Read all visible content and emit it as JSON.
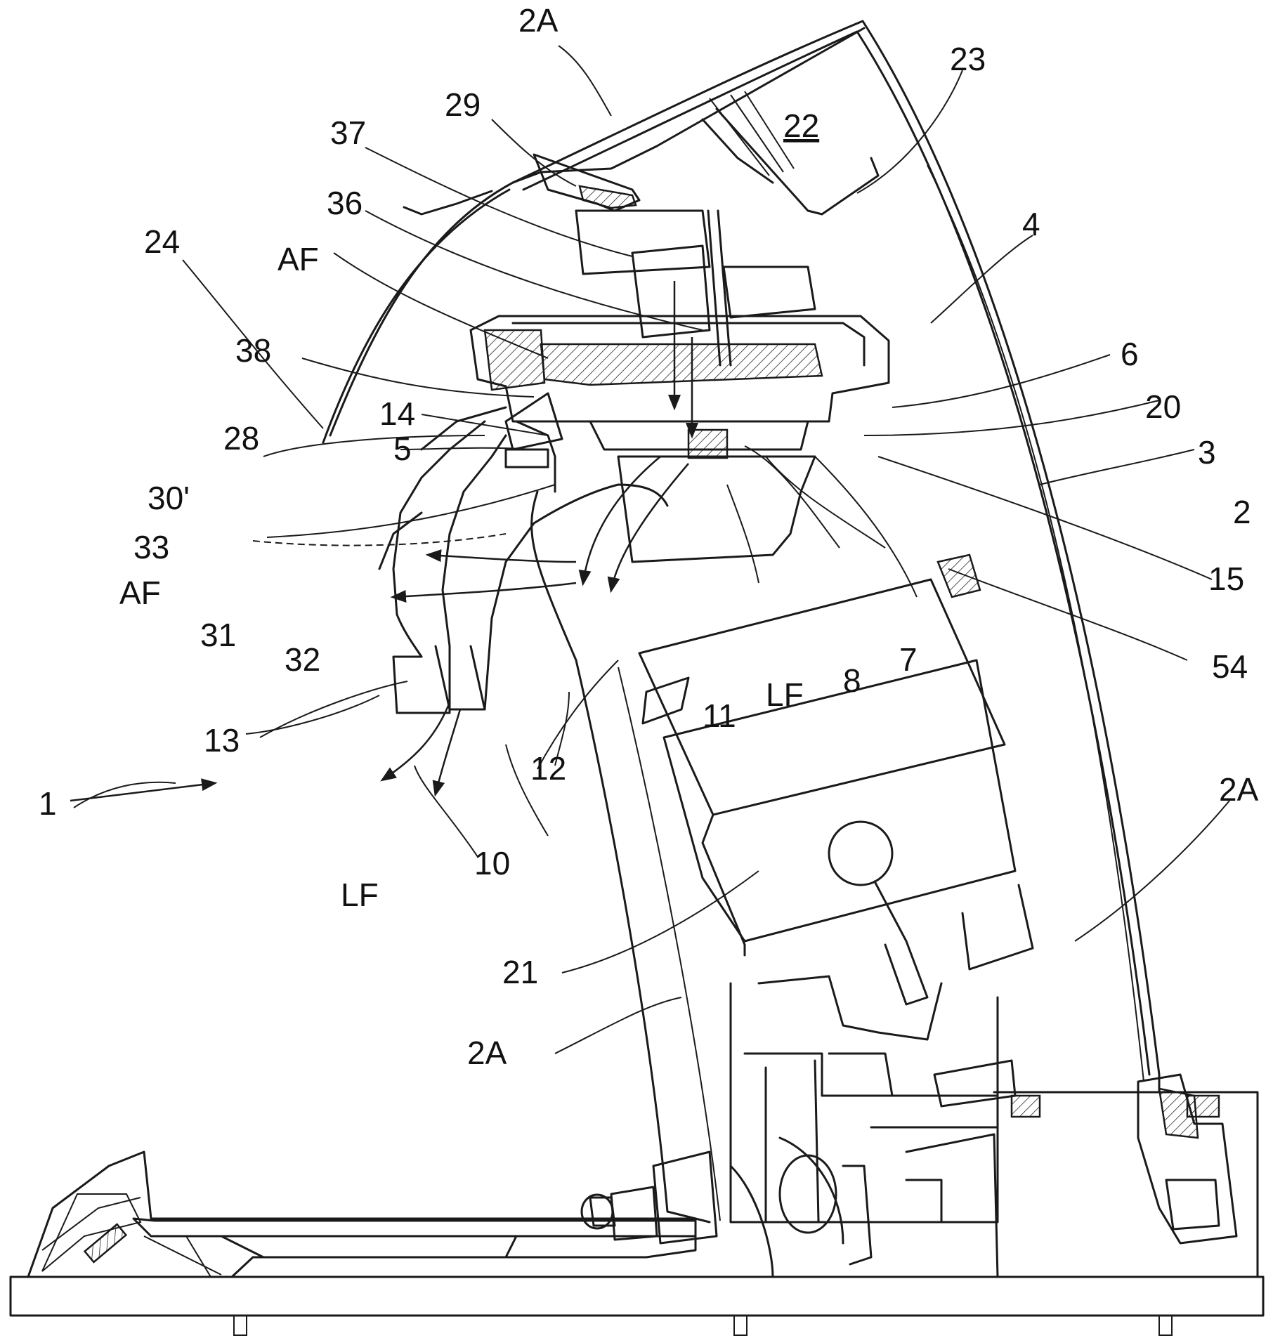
{
  "figure": {
    "reference_labels": {
      "l_2A_top": "2A",
      "l_23": "23",
      "l_29": "29",
      "l_22": "22",
      "l_37": "37",
      "l_36": "36",
      "l_4": "4",
      "l_24": "24",
      "l_AF_top": "AF",
      "l_38": "38",
      "l_6": "6",
      "l_14": "14",
      "l_20": "20",
      "l_28": "28",
      "l_5": "5",
      "l_3": "3",
      "l_30p": "30'",
      "l_2": "2",
      "l_33": "33",
      "l_15": "15",
      "l_AF_mid": "AF",
      "l_31": "31",
      "l_32": "32",
      "l_7": "7",
      "l_54": "54",
      "l_8": "8",
      "l_LF_mid": "LF",
      "l_11": "11",
      "l_13": "13",
      "l_12": "12",
      "l_1": "1",
      "l_2A_right": "2A",
      "l_LF_bottom": "LF",
      "l_10": "10",
      "l_21": "21",
      "l_2A_bottom": "2A"
    }
  }
}
